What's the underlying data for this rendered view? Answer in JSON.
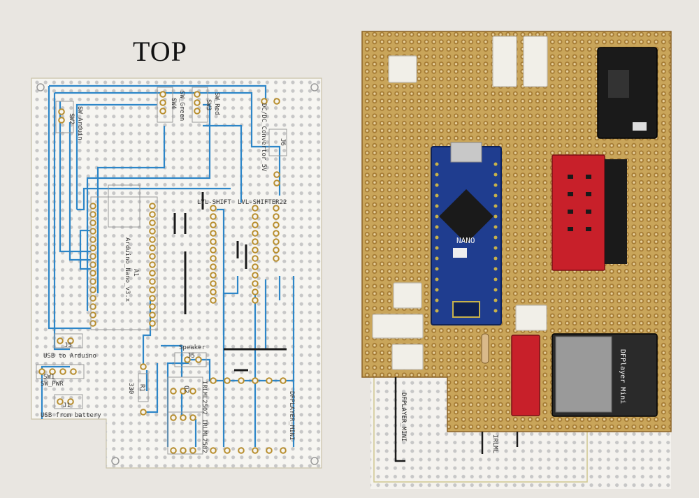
{
  "heading": "TOP",
  "schematic_labels": {
    "sw_arduino": "SW_Arduin",
    "sw_arduino_ref": "SW2",
    "sw_green": "SW_Green",
    "sw_green_ref": "SW4",
    "sw_red": "SW_Red",
    "sw_red_ref": "SW3",
    "dcdc": "DC/DC_Convertor_5V",
    "j6": "J6",
    "lvl1": "LVL-SHIFT",
    "lvl2": "LVL-SHIFTER22",
    "nano": "Arduino_Nano_v3.x",
    "a1": "A1",
    "usb_arduino": "USB to Arduino",
    "j5": "J5",
    "sw_pwr": "SW_PWR",
    "sw_pwr_ref": "SW1",
    "usb_battery": "USB from battery",
    "j1": "J1",
    "speaker": "Speaker",
    "j_spk": "J5",
    "r1": "R1",
    "r_val": "330",
    "q2": "Q2",
    "irlml1": "IRLML2502",
    "irlml2": "IRLML2502",
    "dfplayer": "DFPLAYER_MINI"
  },
  "board_labels": {
    "nano_name": "NANO",
    "dfplayer_name": "DFPlayer Mini",
    "dfplayer_silk": "DFPLAYER_MINI",
    "irlml_silk": "IRLML"
  },
  "colors": {
    "background": "#e9e6e1",
    "trace": "#2d86c8",
    "perfboard": "#c9a55a",
    "arduino": "#1f3d8f",
    "levelshifter": "#c8202a"
  }
}
